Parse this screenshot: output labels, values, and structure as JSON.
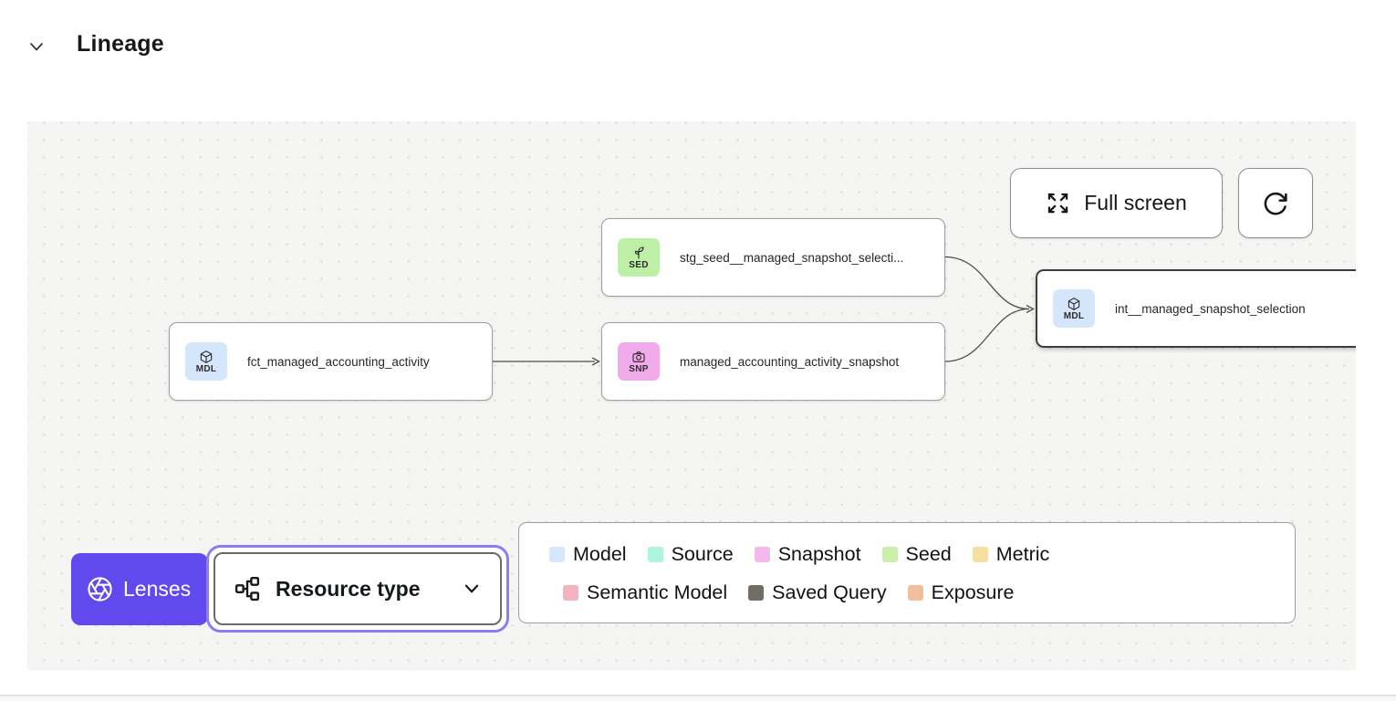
{
  "header": {
    "title": "Lineage"
  },
  "toolbar": {
    "full_screen": "Full screen"
  },
  "nodes": [
    {
      "badge": "SED",
      "badge_bg": "#bdf0a6",
      "label": "stg_seed__managed_snapshot_selecti..."
    },
    {
      "badge": "MDL",
      "badge_bg": "#d6e6fa",
      "label": "fct_managed_accounting_activity"
    },
    {
      "badge": "SNP",
      "badge_bg": "#f2abea",
      "label": "managed_accounting_activity_snapshot"
    },
    {
      "badge": "MDL",
      "badge_bg": "#d6e6fa",
      "label": "int__managed_snapshot_selection"
    }
  ],
  "legend": {
    "row1": [
      {
        "label": "Model",
        "color": "#d7e7fb"
      },
      {
        "label": "Source",
        "color": "#aff5de"
      },
      {
        "label": "Snapshot",
        "color": "#f4b8ee"
      },
      {
        "label": "Seed",
        "color": "#c8f0ac"
      },
      {
        "label": "Metric",
        "color": "#f5e0a4"
      }
    ],
    "row2": [
      {
        "label": "Semantic Model",
        "color": "#f3b3c0"
      },
      {
        "label": "Saved Query",
        "color": "#716e68"
      },
      {
        "label": "Exposure",
        "color": "#f3be9d"
      }
    ]
  },
  "lenses": {
    "label": "Lenses",
    "accent": "#6149ee"
  },
  "resource_type": {
    "label": "Resource type"
  }
}
